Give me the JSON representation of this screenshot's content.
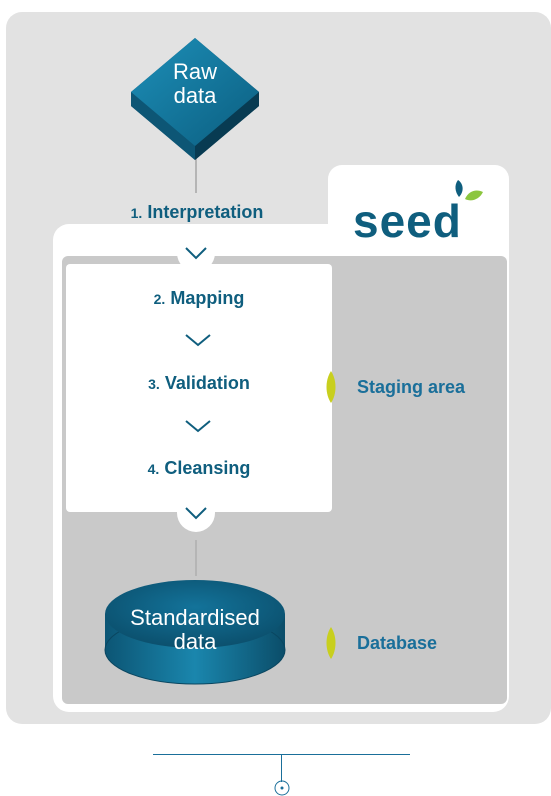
{
  "raw_data": {
    "line1": "Raw",
    "line2": "data"
  },
  "steps": [
    {
      "num": "1.",
      "label": "Interpretation"
    },
    {
      "num": "2.",
      "label": "Mapping"
    },
    {
      "num": "3.",
      "label": "Validation"
    },
    {
      "num": "4.",
      "label": "Cleansing"
    }
  ],
  "logo": {
    "text": "seed"
  },
  "staging": {
    "label": "Staging area"
  },
  "database": {
    "label": "Database"
  },
  "standardised": {
    "line1": "Standardised",
    "line2": "data"
  },
  "colors": {
    "teal": "#0f5e7e",
    "blue_label": "#1a6f9a",
    "leaf_yellow": "#c8cf1e",
    "logo_green": "#8cc63f"
  }
}
